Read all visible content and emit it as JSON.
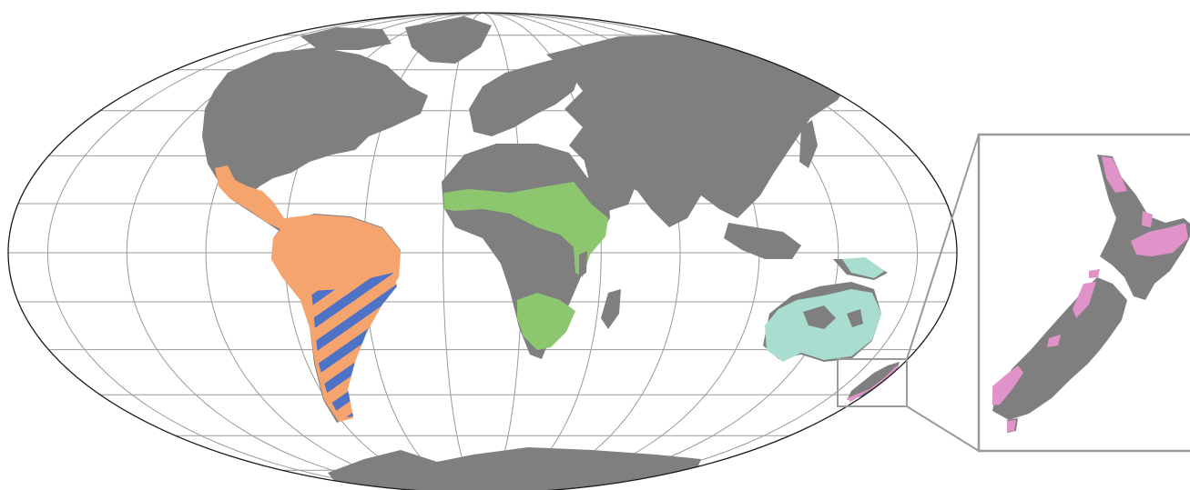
{
  "map": {
    "projection": "mollweide",
    "graticule": true,
    "colors": {
      "land": "#7f7f7f",
      "ocean": "#ffffff",
      "outline": "#1a1a1a",
      "graticule": "#9a9a9a",
      "inset_frame": "#9a9a9a"
    },
    "regions": [
      {
        "id": "americas",
        "color": "#f6a46e"
      },
      {
        "id": "southern-south-america-hatch",
        "color": "#4e72c5",
        "pattern": "diagonal-stripes"
      },
      {
        "id": "africa",
        "color": "#8cc770"
      },
      {
        "id": "australasia",
        "color": "#a8ddd0"
      },
      {
        "id": "new-zealand",
        "color": "#e093c9"
      }
    ],
    "inset": {
      "subject": "new-zealand",
      "shown": true
    }
  }
}
